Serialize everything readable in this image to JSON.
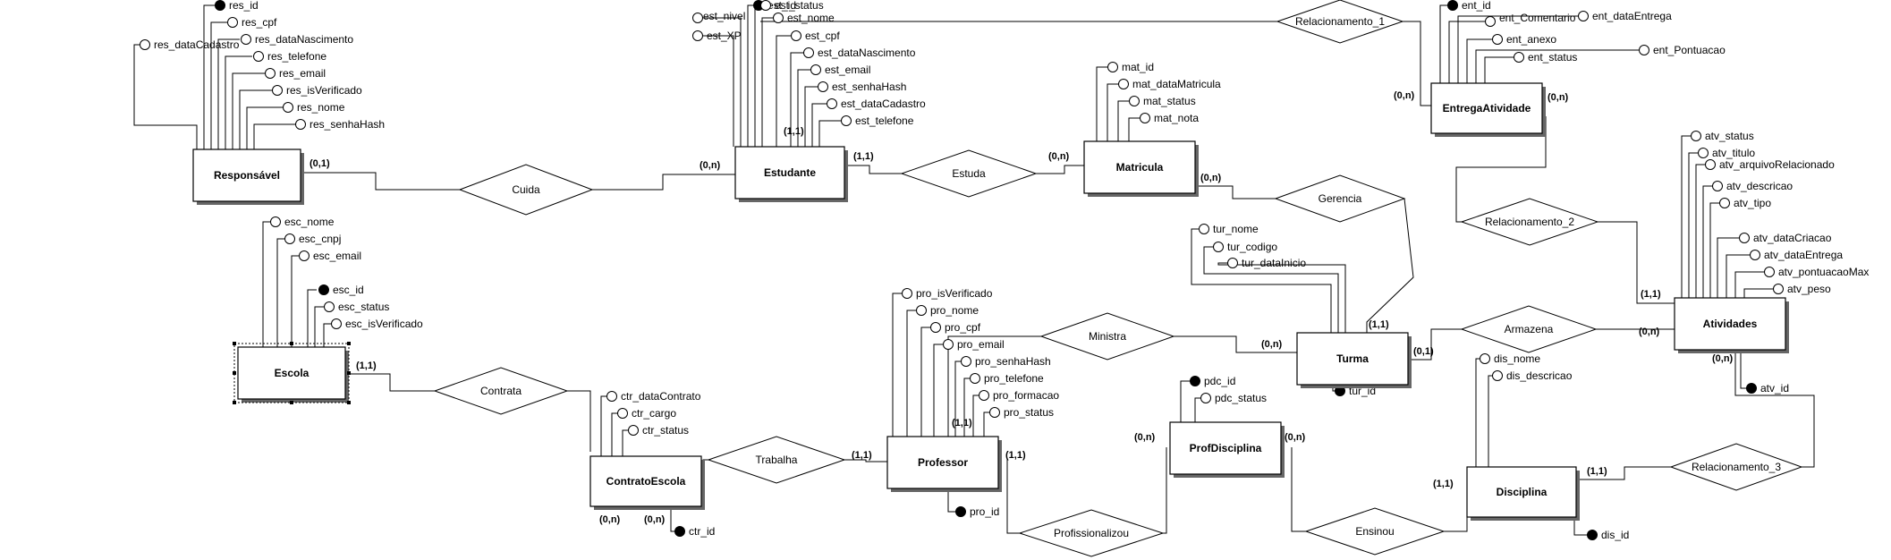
{
  "entities": [
    {
      "id": "responsavel",
      "label": "Responsável"
    },
    {
      "id": "estudante",
      "label": "Estudante"
    },
    {
      "id": "matricula",
      "label": "Matricula"
    },
    {
      "id": "entregaatividade",
      "label": "EntregaAtividade"
    },
    {
      "id": "atividades",
      "label": "Atividades"
    },
    {
      "id": "escola",
      "label": "Escola"
    },
    {
      "id": "turma",
      "label": "Turma"
    },
    {
      "id": "contratoescola",
      "label": "ContratoEscola"
    },
    {
      "id": "professor",
      "label": "Professor"
    },
    {
      "id": "profdisciplina",
      "label": "ProfDisciplina"
    },
    {
      "id": "disciplina",
      "label": "Disciplina"
    }
  ],
  "relationships": [
    {
      "id": "cuida",
      "label": "Cuida"
    },
    {
      "id": "estuda",
      "label": "Estuda"
    },
    {
      "id": "relacionamento_1",
      "label": "Relacionamento_1"
    },
    {
      "id": "gerencia",
      "label": "Gerencia"
    },
    {
      "id": "relacionamento_2",
      "label": "Relacionamento_2"
    },
    {
      "id": "contrata",
      "label": "Contrata"
    },
    {
      "id": "ministra",
      "label": "Ministra"
    },
    {
      "id": "armazena",
      "label": "Armazena"
    },
    {
      "id": "trabalha",
      "label": "Trabalha"
    },
    {
      "id": "profissionalizou",
      "label": "Profissionalizou"
    },
    {
      "id": "ensinou",
      "label": "Ensinou"
    },
    {
      "id": "relacionamento_3",
      "label": "Relacionamento_3"
    }
  ],
  "attributes": {
    "responsavel": [
      "res_id",
      "res_cpf",
      "res_dataNascimento",
      "res_telefone",
      "res_email",
      "res_isVerificado",
      "res_nome",
      "res_senhaHash",
      "res_dataCadastro"
    ],
    "estudante": [
      "est_status",
      "est_id",
      "est_nome",
      "est_cpf",
      "est_dataNascimento",
      "est_email",
      "est_senhaHash",
      "est_dataCadastro",
      "est_telefone",
      "est_nivel",
      "est_XP"
    ],
    "matricula": [
      "mat_id",
      "mat_dataMatricula",
      "mat_status",
      "mat_nota"
    ],
    "entregaatividade": [
      "ent_id",
      "ent_Comentario",
      "ent_dataEntrega",
      "ent_anexo",
      "ent_Pontuacao",
      "ent_status"
    ],
    "atividades": [
      "atv_status",
      "atv_titulo",
      "atv_arquivoRelacionado",
      "atv_descricao",
      "atv_tipo",
      "atv_dataCriacao",
      "atv_dataEntrega",
      "atv_pontuacaoMax",
      "atv_peso",
      "atv_id"
    ],
    "escola": [
      "esc_nome",
      "esc_cnpj",
      "esc_email",
      "esc_id",
      "esc_status",
      "esc_isVerificado"
    ],
    "turma": [
      "tur_nome",
      "tur_codigo",
      "tur_dataInicio",
      "tur_id"
    ],
    "contratoescola": [
      "ctr_dataContrato",
      "ctr_cargo",
      "ctr_status",
      "ctr_id"
    ],
    "professor": [
      "pro_isVerificado",
      "pro_nome",
      "pro_cpf",
      "pro_email",
      "pro_senhaHash",
      "pro_telefone",
      "pro_formacao",
      "pro_status",
      "pro_id"
    ],
    "profdisciplina": [
      "pdc_id",
      "pdc_status"
    ],
    "disciplina": [
      "dis_nome",
      "dis_descricao",
      "dis_id"
    ]
  },
  "cardinalities": {
    "responsavel_cuida": "(0,1)",
    "estudante_cuida": "(0,n)",
    "estudante_estuda": "(1,1)",
    "estudante_rel1": "(1,1)",
    "matricula_estuda": "(0,n)",
    "matricula_gerencia": "(0,n)",
    "entrega_rel1": "(0,n)",
    "entrega_rel2": "(0,n)",
    "atividades_rel2": "(1,1)",
    "atividades_armazena": "(0,n)",
    "atividades_rel3": "(0,n)",
    "escola_contrata": "(1,1)",
    "contrato_contrata": "(0,n)",
    "contrato_trabalha": "(0,n)",
    "professor_trabalha": "(1,1)",
    "professor_ministra": "(1,1)",
    "professor_prof": "(1,1)",
    "turma_ministra": "(0,n)",
    "turma_gerencia": "(1,1)",
    "turma_armazena": "(0,1)",
    "profdisc_prof": "(0,n)",
    "profdisc_ensinou": "(0,n)",
    "disciplina_ensinou": "(1,1)",
    "disciplina_rel3": "(1,1)"
  }
}
